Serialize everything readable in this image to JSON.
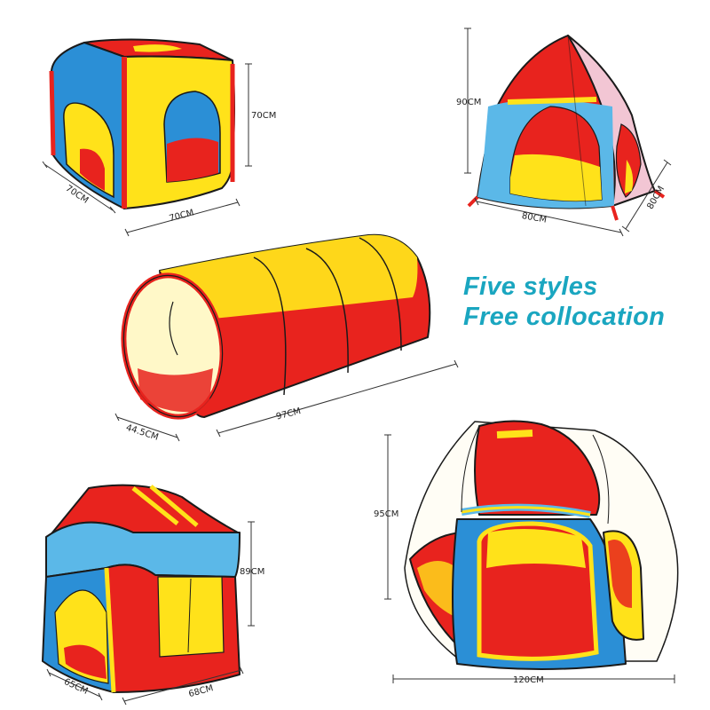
{
  "tagline": {
    "line1": "Five styles",
    "line2": "Free collocation"
  },
  "colors": {
    "red": "#e8231e",
    "yellow": "#ffe21a",
    "blue": "#2b8fd6",
    "light_blue": "#5bb8e8",
    "pink": "#f2c6d4",
    "tagline": "#1aa6c0"
  },
  "tents": {
    "cube": {
      "height": "70CM",
      "depth": "70CM",
      "width": "70CM"
    },
    "pyramid": {
      "height": "90CM",
      "width": "80CM",
      "depth": "80CM"
    },
    "tunnel": {
      "diameter": "44.5CM",
      "length": "97CM"
    },
    "house": {
      "height": "89CM",
      "width": "65CM",
      "depth": "68CM"
    },
    "hexagon": {
      "height": "95CM",
      "width": "120CM"
    }
  }
}
